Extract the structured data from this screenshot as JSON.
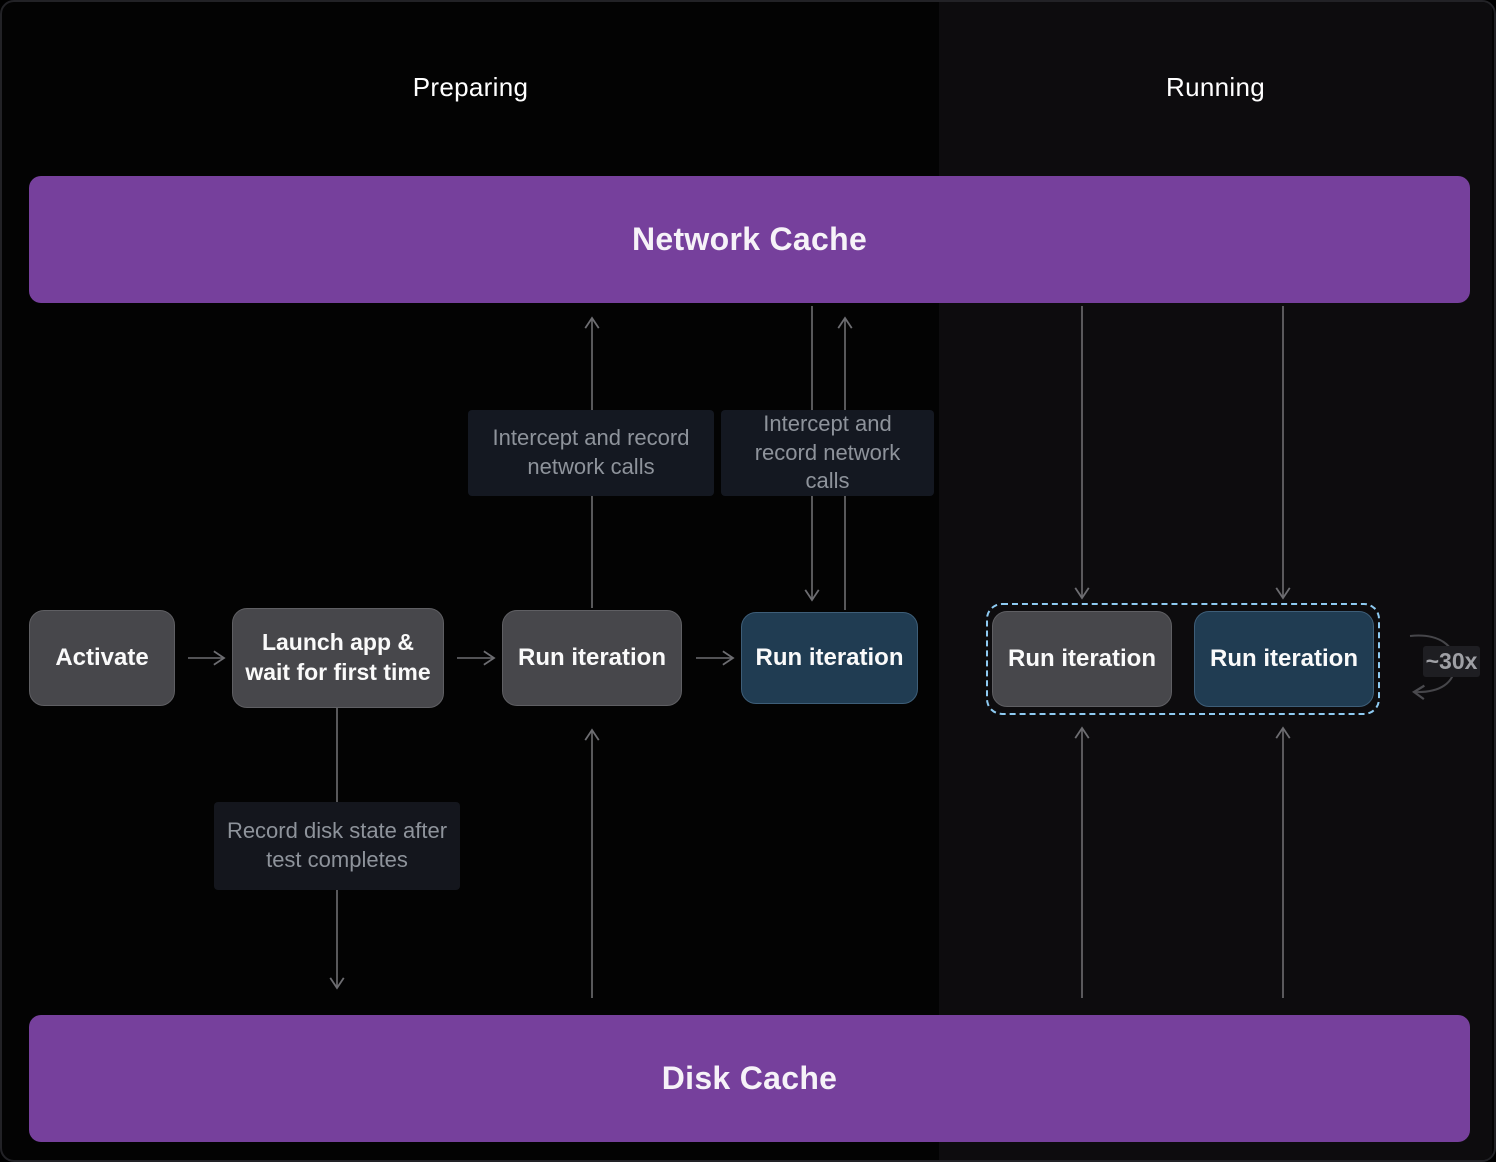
{
  "sections": {
    "preparing": {
      "label": "Preparing"
    },
    "running": {
      "label": "Running"
    }
  },
  "cache_bars": {
    "network": {
      "label": "Network Cache"
    },
    "disk": {
      "label": "Disk Cache"
    }
  },
  "nodes": {
    "activate": {
      "label": "Activate",
      "variant": "gray"
    },
    "launch": {
      "label": "Launch app & wait for first time",
      "variant": "gray"
    },
    "run_iteration_prepare_disk": {
      "label": "Run iteration",
      "variant": "gray"
    },
    "run_iteration_prepare_network": {
      "label": "Run iteration",
      "variant": "blue"
    },
    "run_iteration_running_disk": {
      "label": "Run iteration",
      "variant": "gray"
    },
    "run_iteration_running_network": {
      "label": "Run iteration",
      "variant": "blue"
    }
  },
  "annotations": {
    "intercept_left": {
      "label": "Intercept and record network calls"
    },
    "intercept_right": {
      "label": "Intercept and record network calls"
    },
    "record_disk": {
      "label": "Record disk state after test completes"
    },
    "loop_count": {
      "label": "~30x"
    }
  },
  "colors": {
    "cache_purple": "#76409c",
    "node_gray": "#47474b",
    "node_blue": "#203c52",
    "loop_dashed_border": "#8ecbf2",
    "arrow_gray": "#6d6d71",
    "chip_background": "#141821",
    "chip_text": "#8e939b",
    "running_panel_background": "#0d0c0e"
  }
}
